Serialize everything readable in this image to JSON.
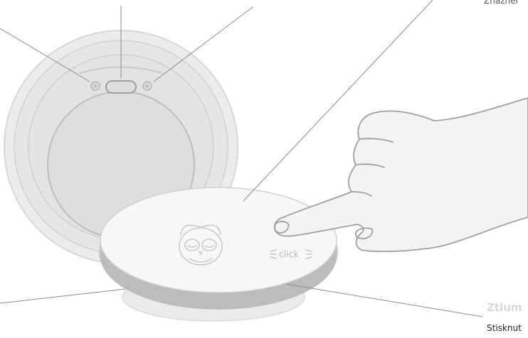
{
  "labels": {
    "top_right_partial": "Znázner",
    "bottom_right_title": "Ztlum",
    "bottom_right_desc": "Stisknut",
    "click_text": "click"
  }
}
